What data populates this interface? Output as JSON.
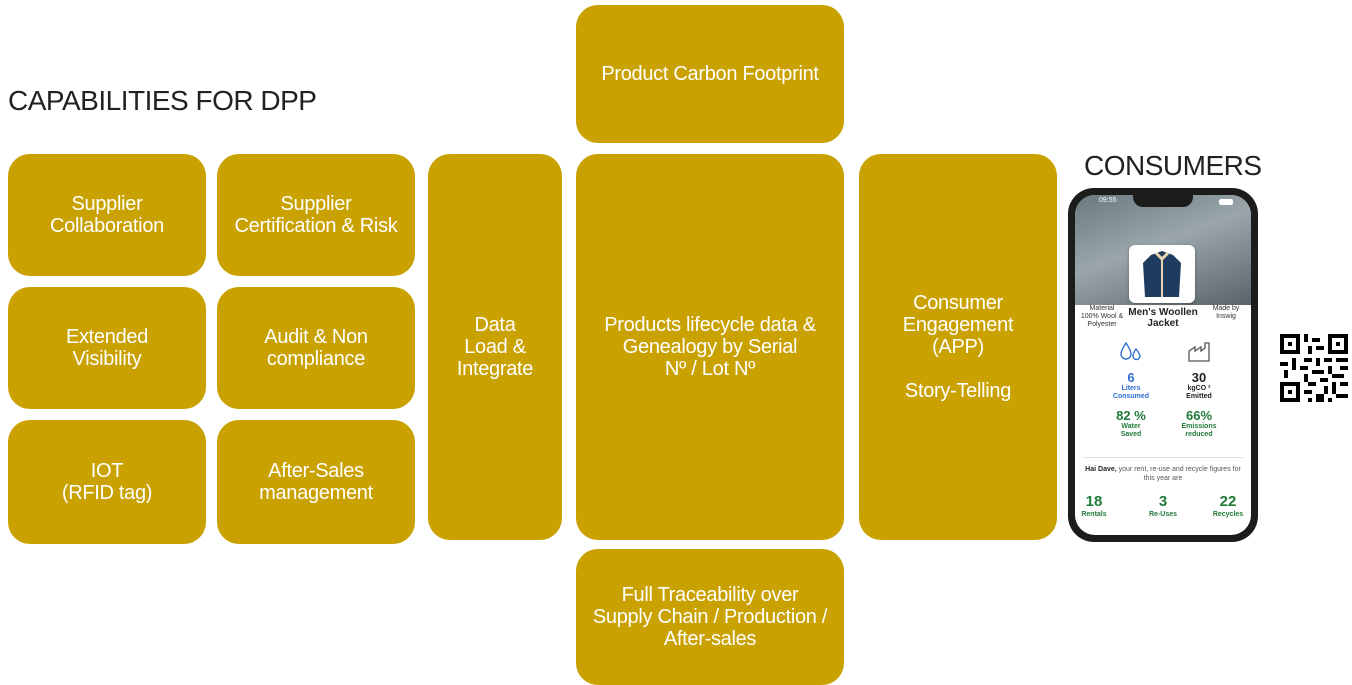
{
  "headings": {
    "capabilities": "CAPABILITIES FOR DPP",
    "consumers": "CONSUMERS"
  },
  "tiles": {
    "supplier_collaboration": "Supplier\nCollaboration",
    "supplier_certification": "Supplier\nCertification & Risk",
    "extended_visibility": "Extended\nVisibility",
    "audit": "Audit & Non\ncompliance",
    "iot": "IOT\n(RFID tag)",
    "after_sales": "After-Sales\nmanagement",
    "data_load": "Data\nLoad &\nIntegrate",
    "carbon": "Product Carbon Footprint",
    "lifecycle": "Products lifecycle data &\nGenealogy by Serial\nNº / Lot Nº",
    "traceability": "Full Traceability over\nSupply Chain / Production /\nAfter-sales",
    "engagement": "Consumer\nEngagement\n(APP)\n\nStory-Telling"
  },
  "colors": {
    "tile": "#c9a100",
    "accent_blue": "#2f6fd1",
    "accent_green": "#1f7a3a"
  },
  "phone": {
    "time": "09:55",
    "material": "Material\n100% Wool &\nPolyester",
    "made_by": "Made by\nInswig",
    "product": "Men's Woollen\nJacket",
    "stats": {
      "liters_value": "6",
      "liters_label": "Liters\nConsumed",
      "co2_value": "30",
      "co2_label": "kgCO ²\nEmitted",
      "water_value": "82 %",
      "water_label": "Water\nSaved",
      "emissions_value": "66%",
      "emissions_label": "Emissions\nreduced"
    },
    "greeting_name": "Hai Dave,",
    "greeting_text": " your rent, re-use and recycle figures for this year are",
    "rentals_value": "18",
    "rentals_label": "Rentals",
    "reuses_value": "3",
    "reuses_label": "Re-Uses",
    "recycles_value": "22",
    "recycles_label": "Recycles",
    "icons": [
      "water-drops-icon",
      "factory-icon",
      "jacket-image"
    ]
  },
  "qr_icon": "qr-code-icon"
}
